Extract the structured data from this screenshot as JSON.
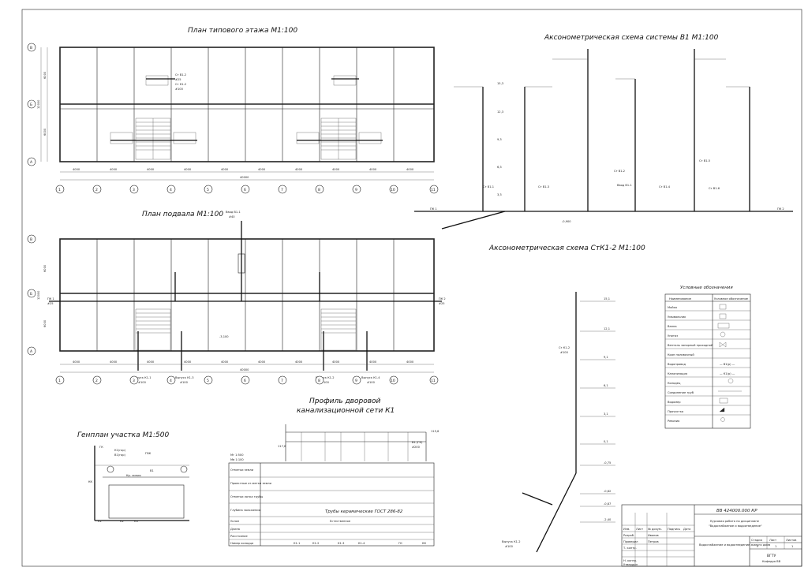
{
  "titles": {
    "typical_floor": "План типового этажа М1:100",
    "basement": "План подвала М1:100",
    "axon_v1": "Аксонометрическая схема системы В1 М1:100",
    "axon_k1": "Аксонометрическая схема СтК1-2 М1:100",
    "site": "Генплан участка М1:500",
    "profile_l1": "Профиль дворовой",
    "profile_l2": "канализационной сети К1",
    "legend": "Условные обозначения"
  },
  "axes_cols": [
    "1",
    "2",
    "3",
    "4",
    "5",
    "6",
    "7",
    "8",
    "9",
    "10",
    "11"
  ],
  "axes_rows": [
    "В",
    "Б",
    "А"
  ],
  "dims": {
    "bay": "4000",
    "total": "40000",
    "row1": "6000",
    "row2": "6000",
    "rows_total": "12000"
  },
  "floor_labels": {
    "a": "Ст В1-2",
    "b": "#25",
    "c": "Ст К1-2",
    "d": "#100"
  },
  "basement_labels": {
    "vvod": "Ввод В1-1",
    "vvod_d": "#40",
    "pk1": "ПК 1",
    "pk1_d": "#25",
    "pk2": "ПК 2",
    "pk2_d": "#25",
    "v1": "Выпуск К1-1",
    "v2": "Выпуск К1-2",
    "v3": "Выпуск К1-3",
    "v4": "Выпуск К1-4",
    "d100": "#100",
    "level": "-3,100"
  },
  "axon_v1_levels": [
    "15,3",
    "12,3",
    "9,3",
    "6,3",
    "3,3"
  ],
  "axon_v1_labels": {
    "st1": "Ст В1-1",
    "st2": "Ст В1-2",
    "st3": "Ст В1-3",
    "st4": "Ст В1-4",
    "st5": "Ст В1-5",
    "st6": "Ст В1-6",
    "vvod": "Ввод В1-1",
    "pk1": "ПК 1",
    "pk2": "ПК 2",
    "lvl": "-0,900"
  },
  "axon_k1_levels": [
    "15,1",
    "12,1",
    "9,1",
    "6,1",
    "3,1",
    "0,1",
    "-0,75",
    "-0,82",
    "-0,87",
    "-2,40"
  ],
  "axon_k1_labels": {
    "st": "Ст К1-2",
    "vyp": "Выпуск К1-2",
    "d100": "#100"
  },
  "legend": {
    "head_name": "Наименование",
    "head_sym": "Условное обозначение",
    "rows": [
      "Мойка",
      "Умывальник",
      "Ванна",
      "Унитаз",
      "Вентиль запорный проходной",
      "Кран поливочный",
      "Водопровод",
      "Канализация",
      "Колодец",
      "Соединение труб",
      "Водомер",
      "Прочистка",
      "Ревизия"
    ],
    "syms": [
      "",
      "",
      "",
      "",
      "",
      "",
      "— В1(р) —",
      "— К1(р) —",
      "",
      "",
      "",
      "",
      ""
    ]
  },
  "profile": {
    "pipe_title": "Трубы керамические ГОСТ 286-82",
    "soil": "Естественное",
    "row_labels": [
      "Отметки земли",
      "Проектные от-метки земли",
      "Отметки лотка трубы",
      "Глубина заложения",
      "Уклон",
      "Длина",
      "Расстояние",
      "Номер колодца"
    ],
    "wells": [
      "К1-1",
      "К1-2",
      "К1-3",
      "К1-4",
      "ГК",
      "КК"
    ],
    "scale_h": "Мг 1:500",
    "scale_v": "Мв 1:100",
    "lvl_left": "117,6",
    "lvl_right": "115,6",
    "gk_label": "В1 (ГК)",
    "gk_d": "#200"
  },
  "site": {
    "labels": [
      "ГК",
      "К1(гор)",
      "В1(гор)",
      "ГВК",
      "В1",
      "К1",
      "К2",
      "К3",
      "КК"
    ],
    "caption": "Кр. линия"
  },
  "stamp": {
    "code": "ВВ 424000.000 КР",
    "course": "Курсовая работа по дисциплине",
    "course2": "\"Водоснабжение и водоотведение\"",
    "project": "Водоснабжение и водоотведение жилого дома",
    "sheet_head": [
      "Стадия",
      "Лист",
      "Листов"
    ],
    "sheet_vals": [
      "У",
      "1",
      "1"
    ],
    "org": "ВГТУ",
    "org2": "Кафедра ВВ",
    "rows_left": [
      "Изм.",
      "Лист",
      "№ докум.",
      "Подпись",
      "Дата"
    ],
    "people": [
      "Разраб.",
      "Проверил",
      "Т. контр.",
      "Н. контр.",
      "Утвердил"
    ],
    "people_names": [
      "Иванов",
      "Петров",
      "",
      "",
      ""
    ]
  }
}
